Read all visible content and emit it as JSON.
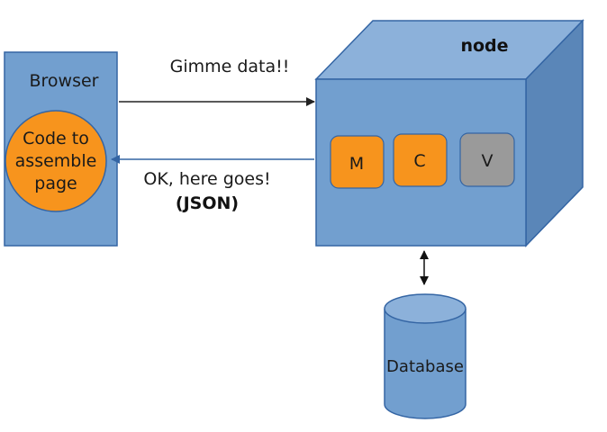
{
  "browser": {
    "title": "Browser",
    "code_circle_lines": [
      "Code to",
      "assemble",
      "page"
    ]
  },
  "request": {
    "label": "Gimme data!!"
  },
  "response": {
    "label": "OK, here goes!",
    "format": "(JSON)"
  },
  "server": {
    "title": "node",
    "modules": [
      {
        "label": "M",
        "color": "#f7941d"
      },
      {
        "label": "C",
        "color": "#f7941d"
      },
      {
        "label": "V",
        "color": "#9a9a9a"
      }
    ]
  },
  "database": {
    "label": "Database"
  },
  "colors": {
    "box_fill": "#729fcf",
    "box_top": "#8cb1da",
    "box_side": "#5a86b8",
    "box_stroke": "#3465a4",
    "accent_orange": "#f7941d",
    "arrow_request": "#222222",
    "arrow_response": "#3465a4"
  }
}
